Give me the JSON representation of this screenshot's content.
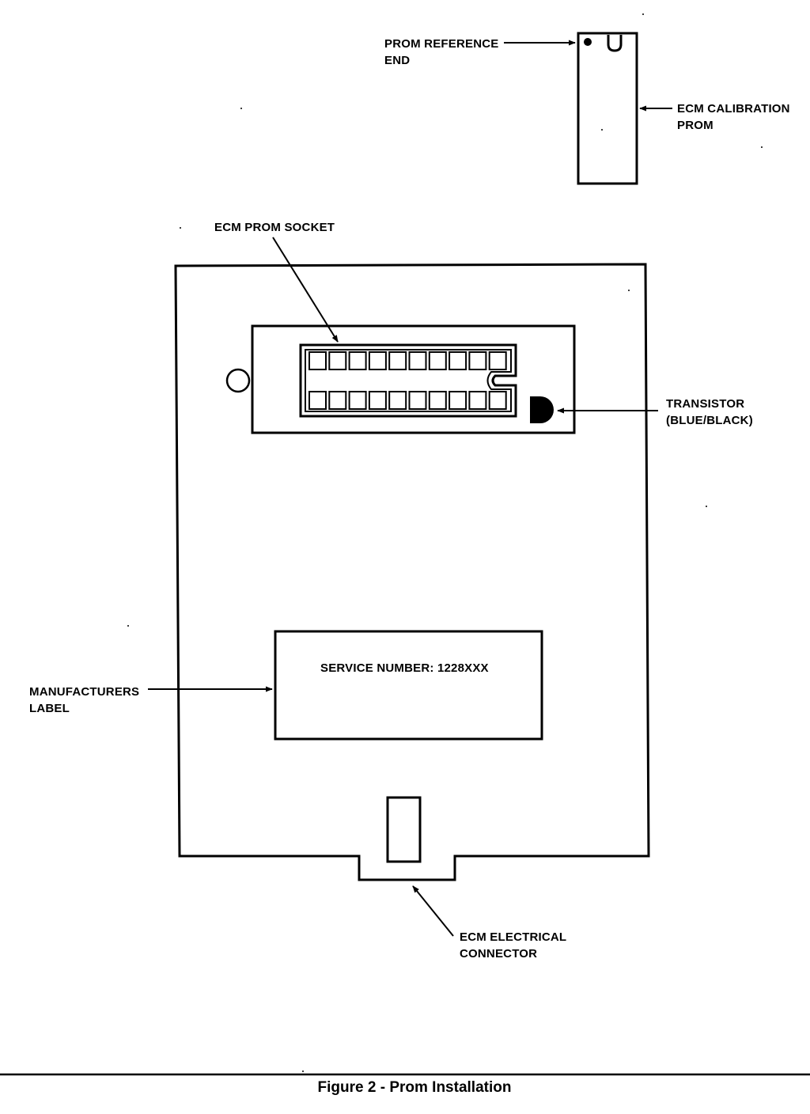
{
  "labels": {
    "prom_reference_end": [
      "PROM REFERENCE",
      "END"
    ],
    "ecm_calibration_prom": [
      "ECM CALIBRATION",
      "PROM"
    ],
    "ecm_prom_socket": "ECM PROM SOCKET",
    "transistor": [
      "TRANSISTOR",
      "(BLUE/BLACK)"
    ],
    "service_number": "SERVICE NUMBER:  1228XXX",
    "manufacturers_label": [
      "MANUFACTURERS",
      "LABEL"
    ],
    "ecm_electrical_connector": [
      "ECM ELECTRICAL",
      "CONNECTOR"
    ]
  },
  "caption": "Figure 2 - Prom Installation",
  "colors": {
    "ink": "#000000",
    "paper": "#ffffff"
  },
  "socket": {
    "pins_per_row": 10,
    "rows": 2
  }
}
